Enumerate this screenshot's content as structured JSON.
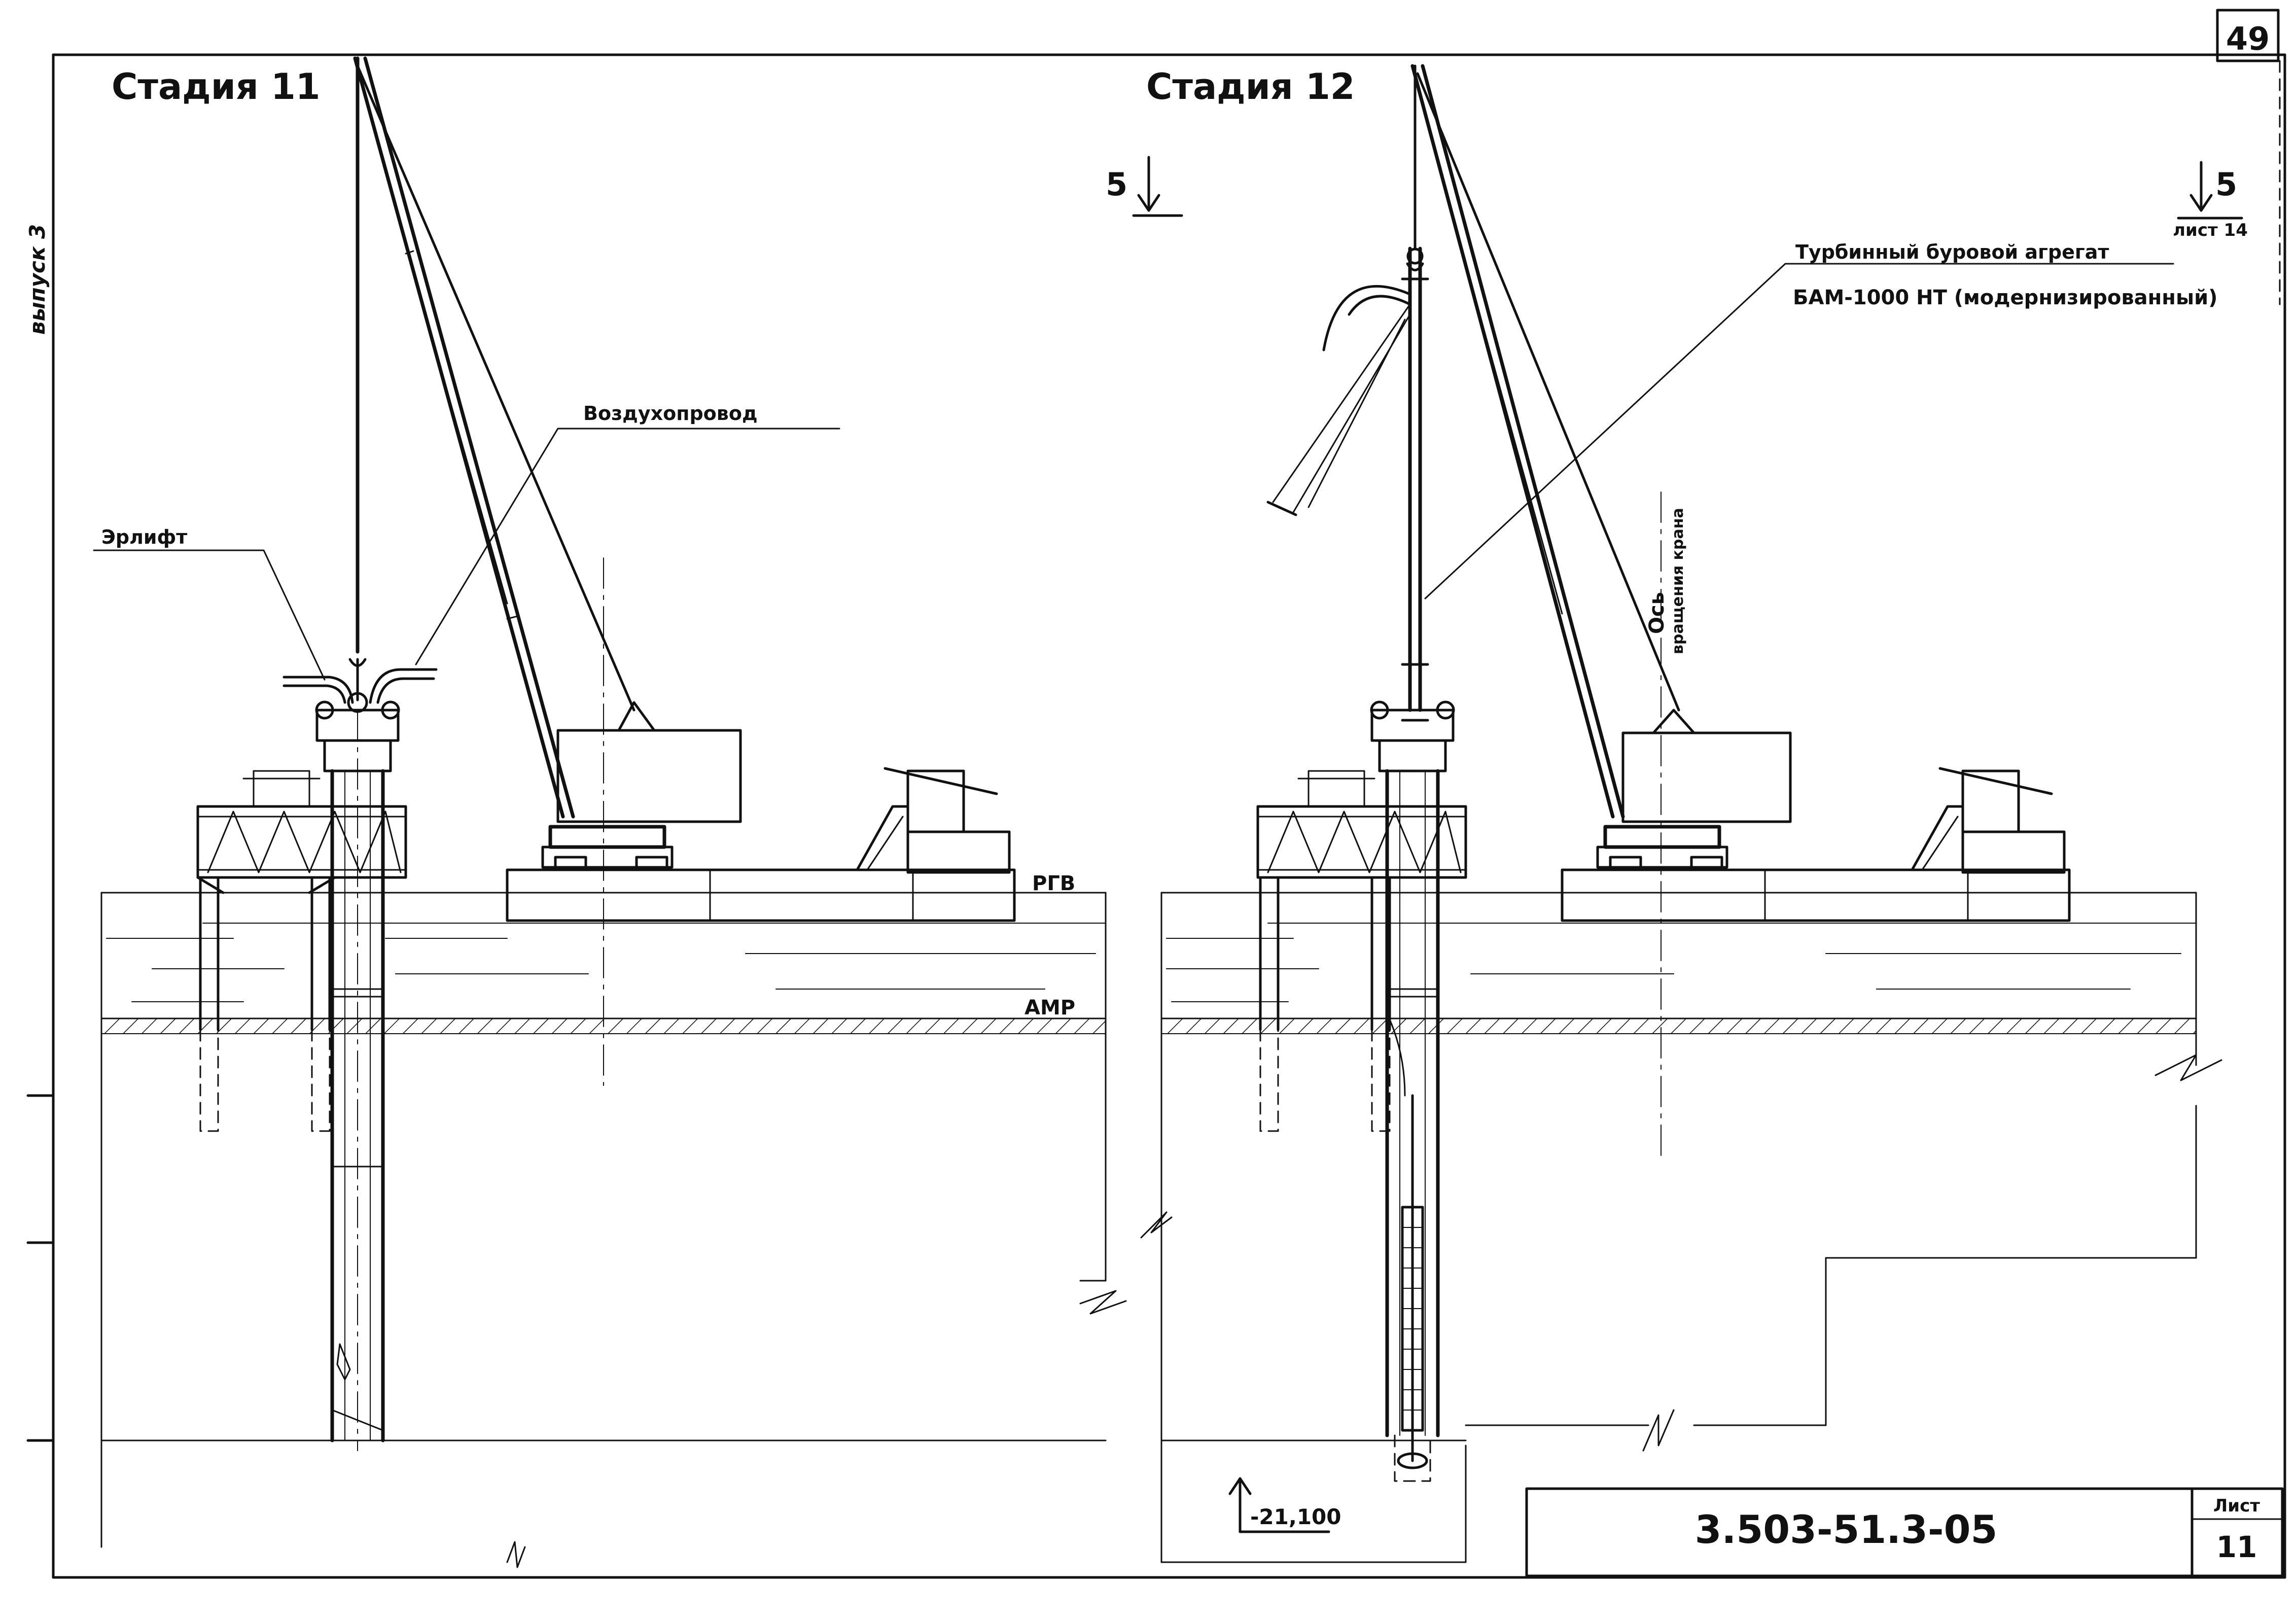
{
  "sheet": {
    "page_number": "49",
    "side_label": "выпуск 3",
    "drawing_code": "3.503-51.3-05",
    "title_block_label": "Лист",
    "sheet_number": "11"
  },
  "stage_11": {
    "title": "Стадия 11",
    "label_airlift": "Эрлифт",
    "label_air_pipe": "Воздухопровод",
    "label_water_level": "РГВ",
    "label_river_bed": "АМР"
  },
  "stage_12": {
    "title": "Стадия 12",
    "section_mark_left": "5",
    "section_mark_right": "5",
    "section_sheet_ref": "лист 14",
    "unit_label_line1": "Турбинный буровой агрегат",
    "unit_label_line2": "БАМ-1000 НТ (модернизированный)",
    "crane_axis_line1": "Ось",
    "crane_axis_line2": "вращения крана",
    "depth_mark": "-21,100"
  },
  "colors": {
    "ink": "#111111",
    "paper": "#ffffff"
  }
}
